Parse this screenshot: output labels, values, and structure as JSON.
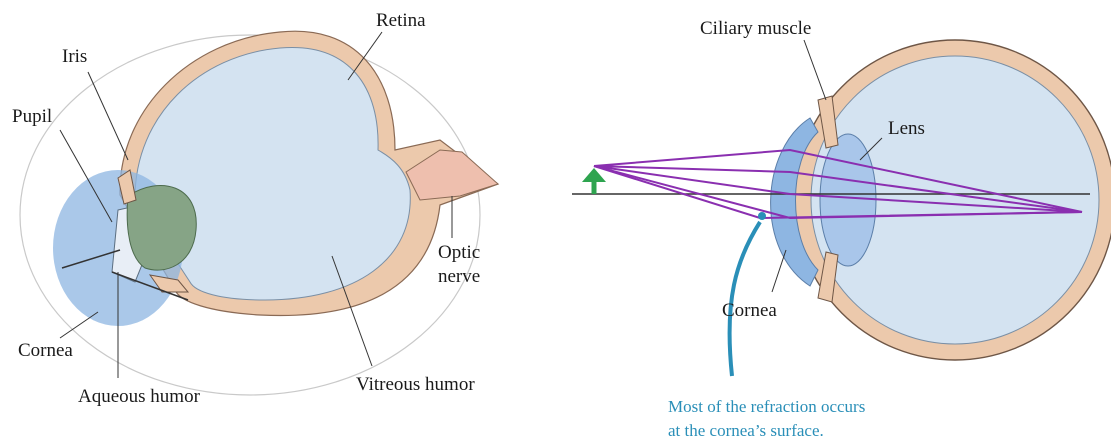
{
  "left_diagram": {
    "labels": {
      "retina": "Retina",
      "iris": "Iris",
      "pupil": "Pupil",
      "optic_nerve_line1": "Optic",
      "optic_nerve_line2": "nerve",
      "cornea": "Cornea",
      "aqueous_humor": "Aqueous humor",
      "vitreous_humor": "Vitreous humor"
    }
  },
  "right_diagram": {
    "labels": {
      "ciliary_muscle": "Ciliary muscle",
      "lens": "Lens",
      "cornea": "Cornea"
    },
    "note_line1": "Most of the refraction occurs",
    "note_line2": "at the cornea’s surface."
  },
  "colors": {
    "eye_fill": "#d4e3f1",
    "sclera": "#ecc9ac",
    "cornea_blue": "#8eb6e2",
    "iris_green": "#86a486",
    "optic_pink": "#eebfae",
    "ray_purple": "#8a2fb0",
    "object_arrow": "#2ea44f",
    "note_blue": "#2a8fb8"
  }
}
